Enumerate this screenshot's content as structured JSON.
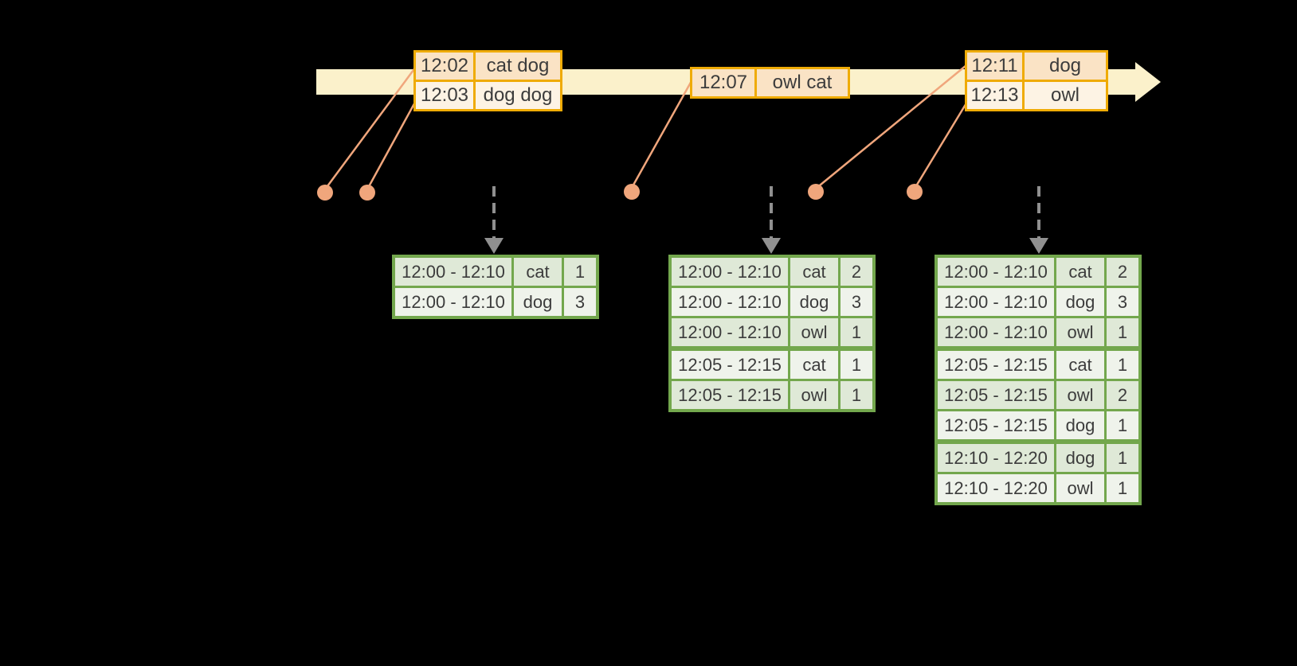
{
  "colors": {
    "background": "#000000",
    "timeline_fill": "#FBF1CB",
    "event_table_border": "#EFAB06",
    "event_row_dark": "#FAE3C5",
    "event_row_light": "#FDF3E4",
    "connector": "#F0A67C",
    "result_table_border": "#73A74D",
    "result_row_dark": "#DFE9D7",
    "result_row_light": "#EFF3EB",
    "trigger_arrow": "#909090",
    "text": "#3C3C3C"
  },
  "event_tables": [
    {
      "rows": [
        {
          "time": "12:02",
          "words": "cat dog"
        },
        {
          "time": "12:03",
          "words": "dog dog"
        }
      ]
    },
    {
      "rows": [
        {
          "time": "12:07",
          "words": "owl cat"
        }
      ]
    },
    {
      "rows": [
        {
          "time": "12:11",
          "words": "dog"
        },
        {
          "time": "12:13",
          "words": "owl"
        }
      ]
    }
  ],
  "result_tables": [
    {
      "rows": [
        {
          "window": "12:00 - 12:10",
          "word": "cat",
          "count": "1"
        },
        {
          "window": "12:00 - 12:10",
          "word": "dog",
          "count": "3"
        }
      ]
    },
    {
      "rows": [
        {
          "window": "12:00 - 12:10",
          "word": "cat",
          "count": "2"
        },
        {
          "window": "12:00 - 12:10",
          "word": "dog",
          "count": "3"
        },
        {
          "window": "12:00 - 12:10",
          "word": "owl",
          "count": "1"
        },
        {
          "window": "12:05 - 12:15",
          "word": "cat",
          "count": "1"
        },
        {
          "window": "12:05 - 12:15",
          "word": "owl",
          "count": "1"
        }
      ]
    },
    {
      "rows": [
        {
          "window": "12:00 - 12:10",
          "word": "cat",
          "count": "2"
        },
        {
          "window": "12:00 - 12:10",
          "word": "dog",
          "count": "3"
        },
        {
          "window": "12:00 - 12:10",
          "word": "owl",
          "count": "1"
        },
        {
          "window": "12:05 - 12:15",
          "word": "cat",
          "count": "1"
        },
        {
          "window": "12:05 - 12:15",
          "word": "owl",
          "count": "2"
        },
        {
          "window": "12:05 - 12:15",
          "word": "dog",
          "count": "1"
        },
        {
          "window": "12:10 - 12:20",
          "word": "dog",
          "count": "1"
        },
        {
          "window": "12:10 - 12:20",
          "word": "owl",
          "count": "1"
        }
      ]
    }
  ]
}
